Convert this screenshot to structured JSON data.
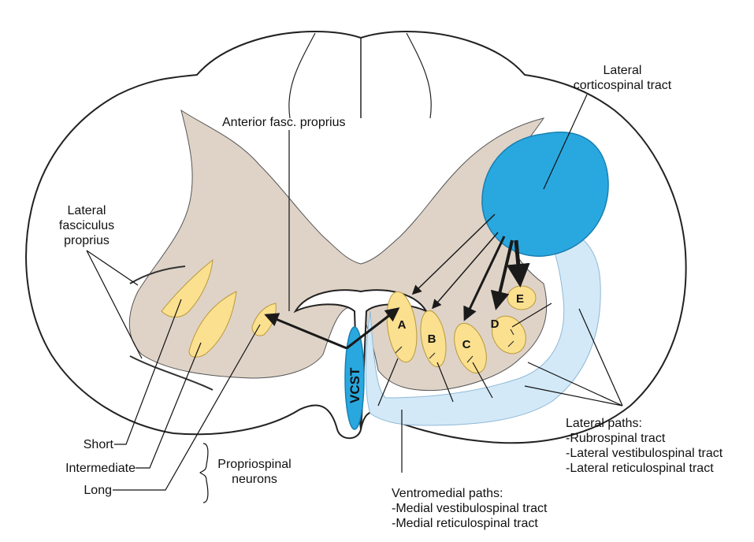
{
  "labels": {
    "anterior_fasc_proprius": "Anterior fasc. proprius",
    "lateral_corticospinal": [
      "Lateral",
      "corticospinal tract"
    ],
    "lateral_fasciculus_proprius": [
      "Lateral",
      "fasciculus",
      "proprius"
    ],
    "short": "Short",
    "intermediate": "Intermediate",
    "long": "Long",
    "propriospinal_neurons": [
      "Propriospinal",
      "neurons"
    ],
    "lateral_paths_title": "Lateral paths:",
    "lateral_paths_items": [
      "-Rubrospinal tract",
      "-Lateral vestibulospinal tract",
      "-Lateral reticulospinal tract"
    ],
    "ventromedial_paths_title": "Ventromedial paths:",
    "ventromedial_paths_items": [
      "-Medial vestibulospinal tract",
      "-Medial reticulospinal tract"
    ],
    "vcst": "VCST",
    "motor_columns": [
      "A",
      "B",
      "C",
      "D",
      "E"
    ]
  },
  "colors": {
    "white_matter": "#ffffff",
    "gray_matter": "#dfd3c7",
    "motor_neuron_pool": "#fbe08f",
    "lateral_corticospinal": "#29a8e0",
    "ventromedial_region": "#d3e9f7",
    "outline": "#222222",
    "arrows": "#1a1a1a"
  }
}
